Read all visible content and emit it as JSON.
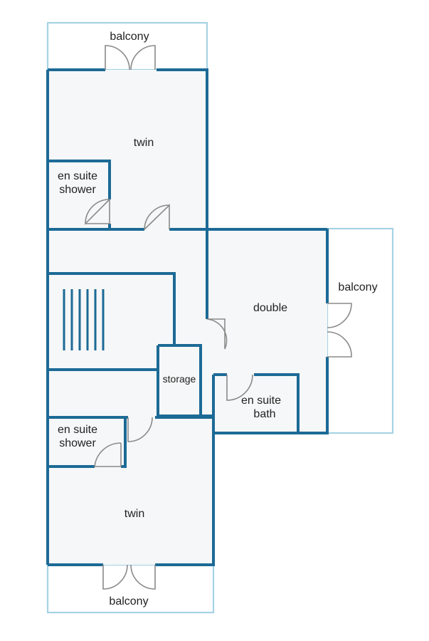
{
  "labels": {
    "balcony_top": "balcony",
    "twin_top": "twin",
    "ensuite_shower_top_1": "en suite",
    "ensuite_shower_top_2": "shower",
    "double": "double",
    "balcony_right": "balcony",
    "storage": "storage",
    "ensuite_bath_1": "en suite",
    "ensuite_bath_2": "bath",
    "ensuite_shower_bottom_1": "en suite",
    "ensuite_shower_bottom_2": "shower",
    "twin_bottom": "twin",
    "balcony_bottom": "balcony"
  },
  "colors": {
    "wall": "#1c6a96",
    "balcony_outline": "#a6d3e4",
    "floor": "#f6f7f8",
    "door": "#8a8a8a"
  }
}
